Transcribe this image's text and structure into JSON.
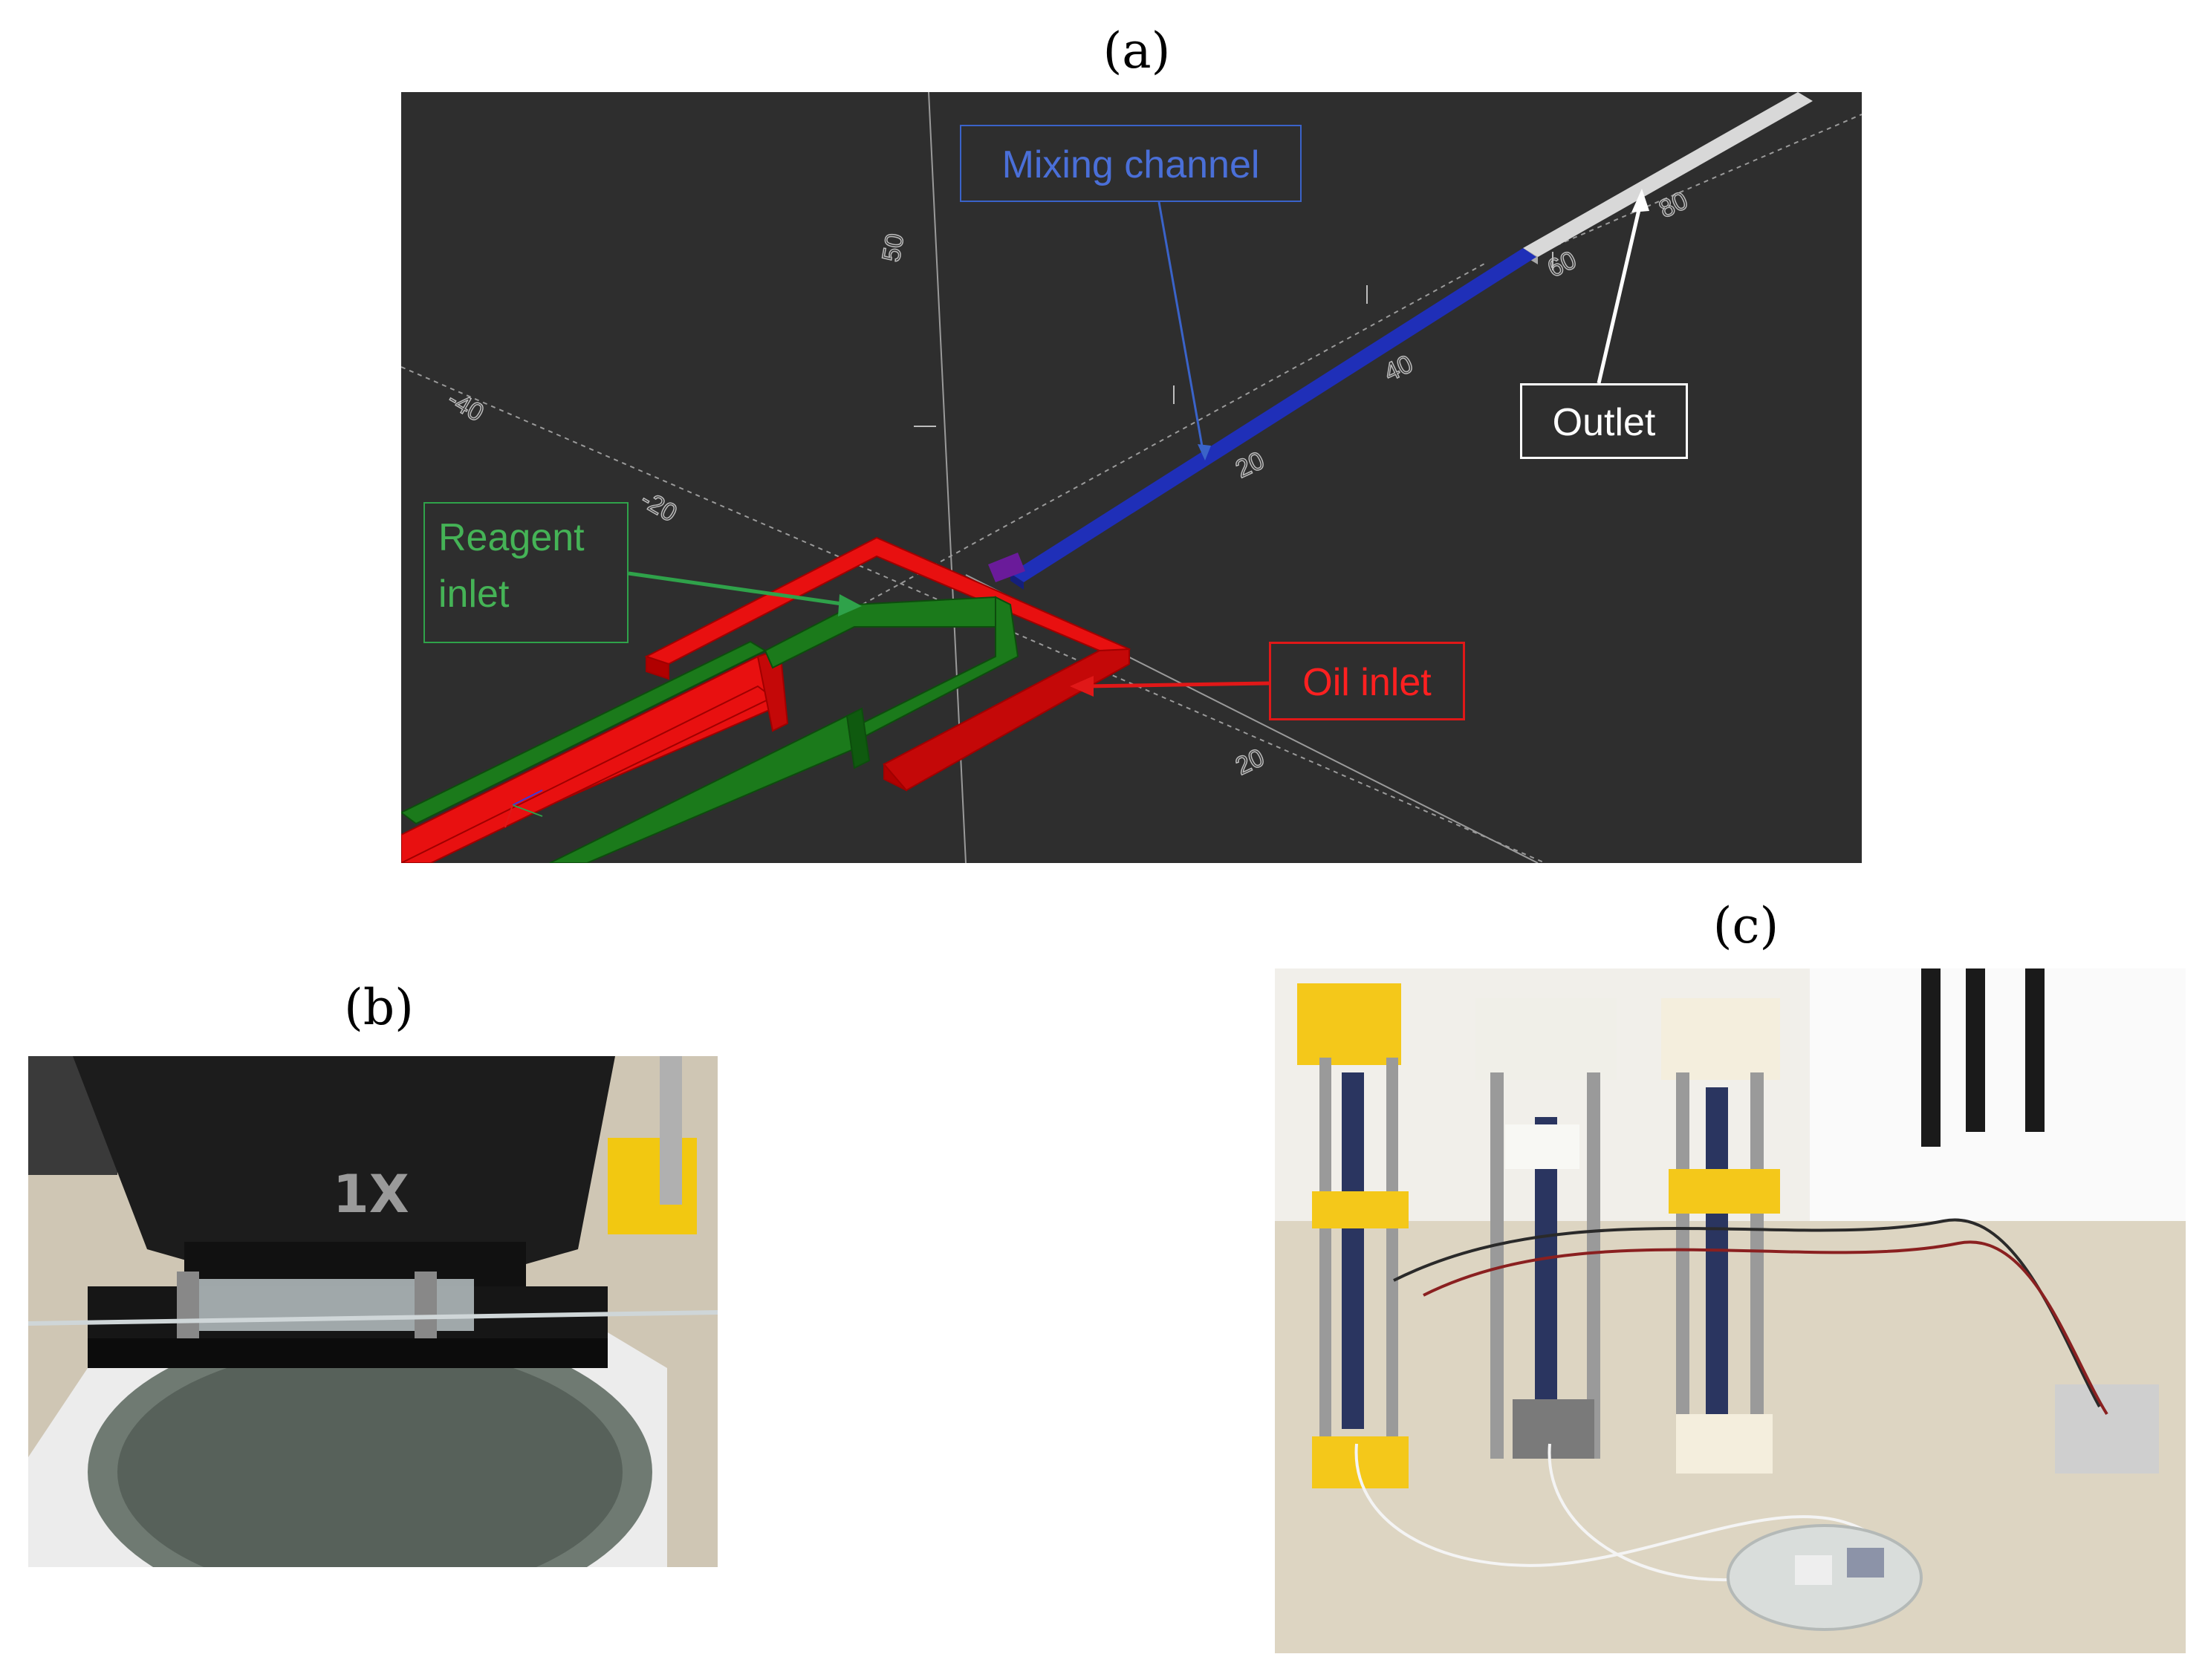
{
  "figure": {
    "panels": [
      {
        "id": "a",
        "label": "(a)"
      },
      {
        "id": "b",
        "label": "(b)"
      },
      {
        "id": "c",
        "label": "(c)"
      }
    ]
  },
  "panel_a": {
    "callouts": {
      "mixing_channel": "Mixing channel",
      "outlet": "Outlet",
      "reagent_inlet_line1": "Reagent",
      "reagent_inlet_line2": "inlet",
      "oil_inlet": "Oil inlet"
    },
    "colors": {
      "background": "#2e2e2e",
      "mixing_channel": "#1f2fb8",
      "outlet": "#d8d8d8",
      "reagent_inlet": "#1b7a1b",
      "oil_inlet": "#e81010",
      "axis": "#9a9a9a"
    },
    "axis_tick_labels": [
      "50",
      "-40",
      "-20",
      "20",
      "40",
      "60",
      "80",
      "20"
    ]
  },
  "panel_b": {
    "microscope_label": "1X"
  },
  "panel_c": {
    "description_visible_text": ""
  }
}
